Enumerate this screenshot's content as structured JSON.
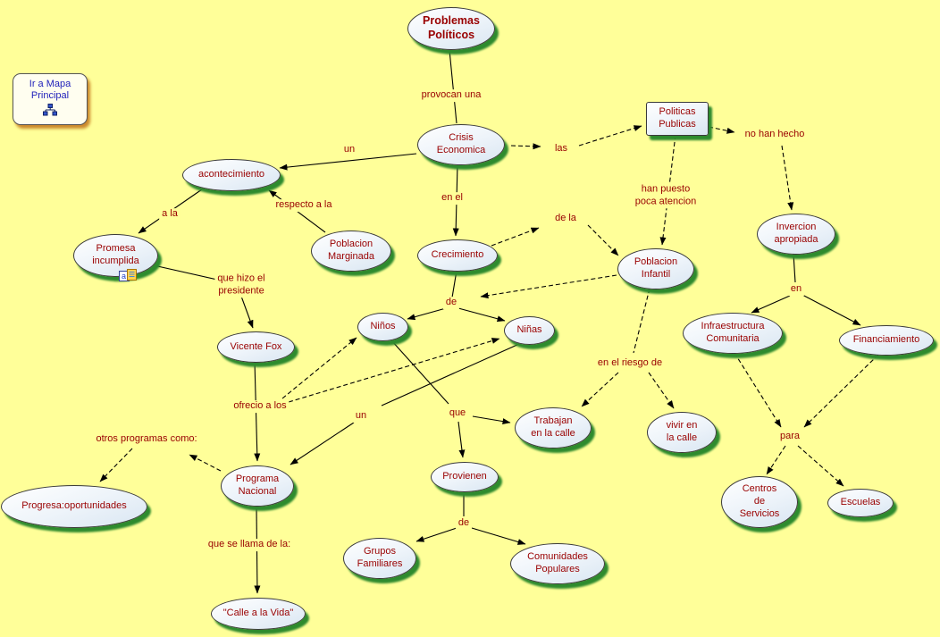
{
  "canvas": {
    "background_color": "#FFFF99",
    "node_text_color": "#990000",
    "node_shadow_color": "#2E8B2E",
    "link_color": "#000000"
  },
  "button": {
    "label": "Ir a Mapa\nPrincipal",
    "text_color": "#2222BB",
    "shadow_color": "#CC8A2E",
    "icon": "sitemap-icon"
  },
  "icons": {
    "promesa_attachment": "attachment-icon"
  },
  "nodes": [
    {
      "label": "Problemas\nPolíticos"
    },
    {
      "label": "Crisis\nEconomica"
    },
    {
      "label": "Politicas\nPublicas"
    },
    {
      "label": "acontecimiento"
    },
    {
      "label": "Promesa\nincumplida"
    },
    {
      "label": "Poblacion\nMarginada"
    },
    {
      "label": "Crecimiento"
    },
    {
      "label": "Poblacion\nInfantil"
    },
    {
      "label": "Invercion\napropiada"
    },
    {
      "label": "Niños"
    },
    {
      "label": "Niñas"
    },
    {
      "label": "Vicente Fox"
    },
    {
      "label": "Infraestructura\nComunitaria"
    },
    {
      "label": "Financiamiento"
    },
    {
      "label": "Trabajan\nen la calle"
    },
    {
      "label": "vivir en\nla calle"
    },
    {
      "label": "Programa\nNacional"
    },
    {
      "label": "Provienen"
    },
    {
      "label": "Progresa:oportunidades"
    },
    {
      "label": "Centros\nde\nServicios"
    },
    {
      "label": "Escuelas"
    },
    {
      "label": "Grupos\nFamiliares"
    },
    {
      "label": "Comunidades\nPopulares"
    },
    {
      "label": "\"Calle a la Vida\""
    }
  ],
  "labels": [
    {
      "text": "provocan una"
    },
    {
      "text": "un"
    },
    {
      "text": "las"
    },
    {
      "text": "no han hecho"
    },
    {
      "text": "a la"
    },
    {
      "text": "respecto a la"
    },
    {
      "text": "en el"
    },
    {
      "text": "han puesto\npoca atencion"
    },
    {
      "text": "de la"
    },
    {
      "text": "que hizo el\npresidente"
    },
    {
      "text": "de"
    },
    {
      "text": "en"
    },
    {
      "text": "en el riesgo de"
    },
    {
      "text": "ofrecio a los"
    },
    {
      "text": "un"
    },
    {
      "text": "que"
    },
    {
      "text": "otros programas como:"
    },
    {
      "text": "para"
    },
    {
      "text": "que se llama de la:"
    },
    {
      "text": "de"
    }
  ]
}
